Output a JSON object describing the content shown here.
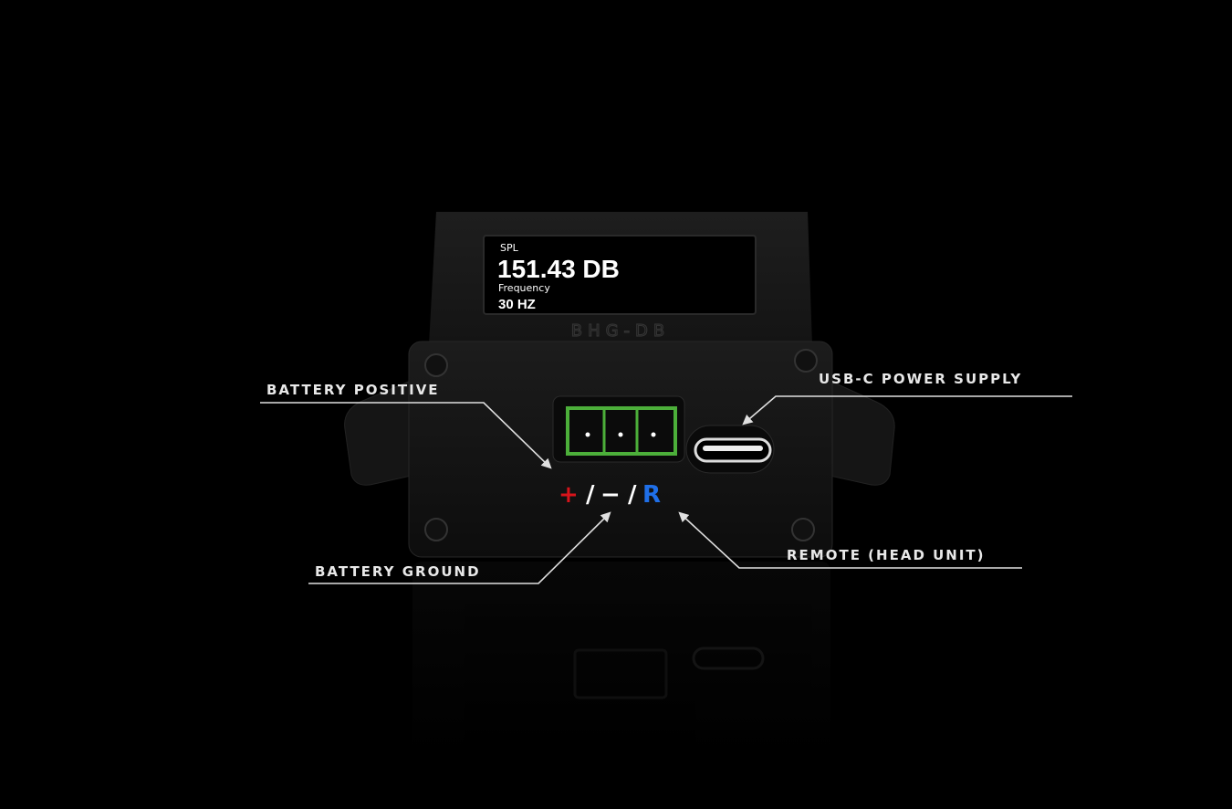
{
  "display": {
    "spl_label": "SPL",
    "spl_value": "151.43 DB",
    "frequency_label": "Frequency",
    "frequency_value": "30 HZ"
  },
  "device": {
    "logo": "BHG-DB",
    "terminal_legend": {
      "positive": "+",
      "sep1": "/",
      "ground": "−",
      "sep2": "/",
      "remote": "R"
    }
  },
  "callouts": {
    "battery_positive": "BATTERY POSITIVE",
    "usb_c": "USB-C POWER SUPPLY",
    "battery_ground": "BATTERY GROUND",
    "remote": "REMOTE (HEAD UNIT)"
  },
  "colors": {
    "terminal_green": "#4caf3a",
    "positive_red": "#d8141b",
    "remote_blue": "#1f6fe8",
    "background": "#000000"
  }
}
